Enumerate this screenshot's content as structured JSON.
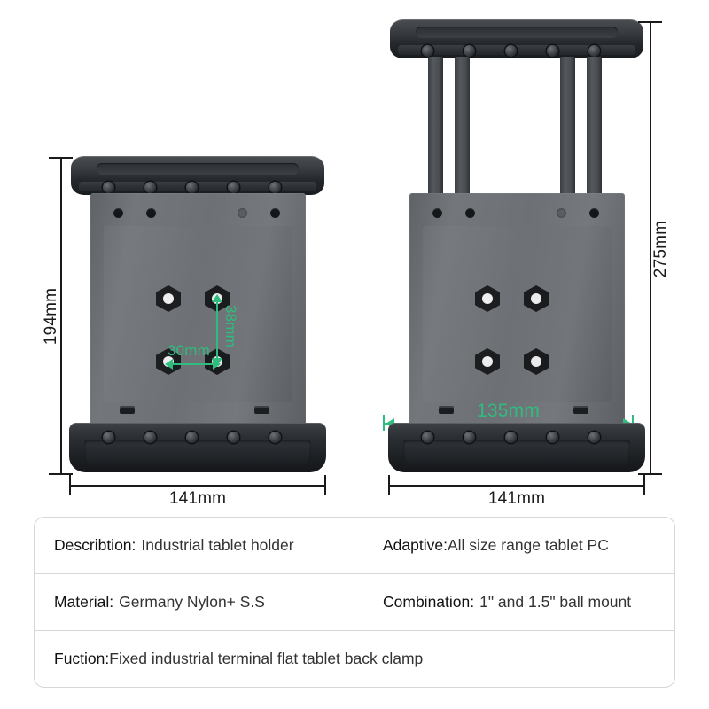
{
  "diagram": {
    "title": "Industrial tablet holder dimension drawing",
    "accent_green": "#2ebd7e",
    "dim_color": "#1a1a1a",
    "views": [
      {
        "name": "closed-view",
        "height_label": "194mm",
        "width_label": "141mm"
      },
      {
        "name": "extended-view",
        "height_label": "275mm",
        "width_label": "141mm",
        "plate_width_label": "135mm"
      }
    ],
    "hole_pattern": {
      "vertical_label": "38mm",
      "horizontal_label": "30mm"
    }
  },
  "spec_table": {
    "rows": [
      {
        "left_key": "Describtion:",
        "left_value": "Industrial tablet holder",
        "right_key": "Adaptive:",
        "right_value": "All size range tablet PC"
      },
      {
        "left_key": "Material:",
        "left_value": "Germany Nylon+ S.S",
        "right_key": "Combination:",
        "right_value": "1\" and 1.5\" ball mount"
      },
      {
        "full_key": "Fuction:",
        "full_value": "Fixed industrial terminal flat tablet back clamp"
      }
    ]
  }
}
